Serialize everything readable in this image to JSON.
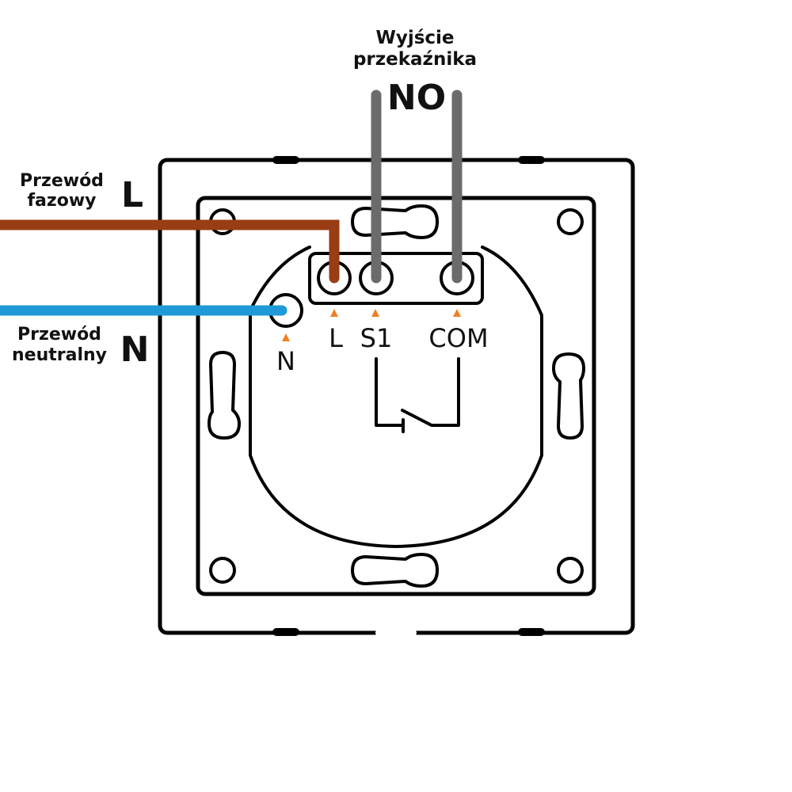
{
  "title": {
    "line1": "Wyjście",
    "line2": "przekaźnika",
    "output_symbol": "NO"
  },
  "wires": {
    "phase": {
      "label_line1": "Przewód",
      "label_line2": "fazowy",
      "symbol": "L",
      "color": "#993d14"
    },
    "neutral": {
      "label_line1": "Przewód",
      "label_line2": "neutralny",
      "symbol": "N",
      "color": "#1f9ad6"
    },
    "relay_output": {
      "color": "#6b6b6b"
    }
  },
  "terminals": [
    {
      "id": "N",
      "label": "N"
    },
    {
      "id": "L",
      "label": "L"
    },
    {
      "id": "S1",
      "label": "S1"
    },
    {
      "id": "COM",
      "label": "COM"
    }
  ],
  "marker_color": "#f07f22"
}
